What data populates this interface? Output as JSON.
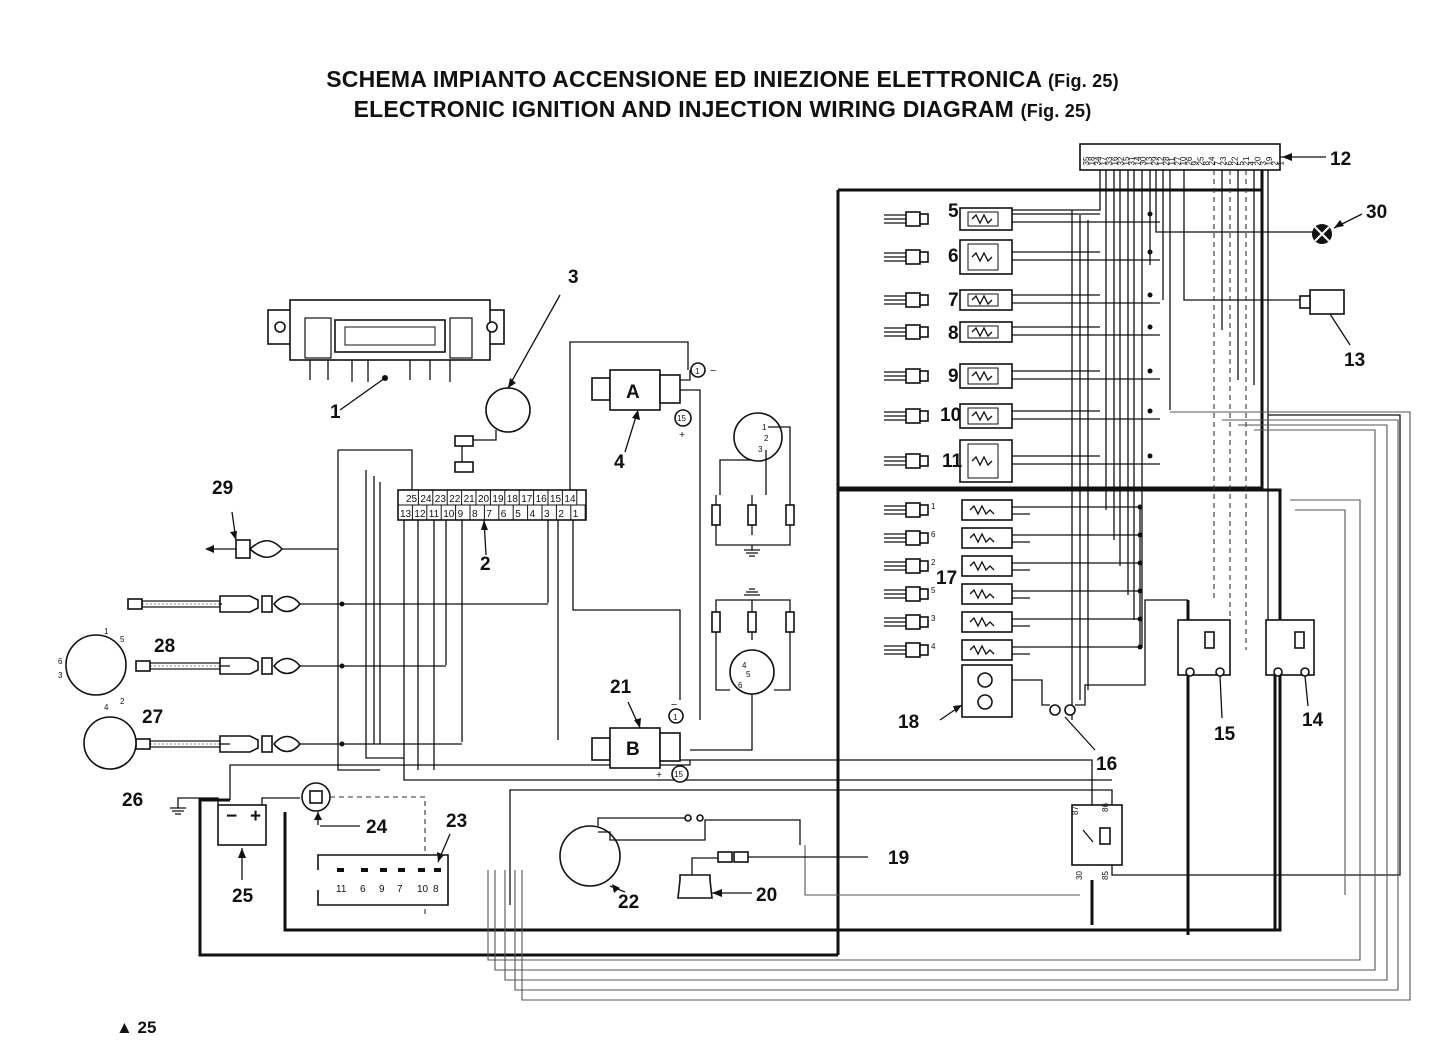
{
  "title": {
    "line1": "SCHEMA IMPIANTO ACCENSIONE ED INIEZIONE ELETTRONICA",
    "line1_fig": "(Fig. 25)",
    "line2": "ELECTRONIC IGNITION AND INJECTION WIRING DIAGRAM",
    "line2_fig": "(Fig. 25)"
  },
  "page_number": "▲ 25",
  "labels": {
    "c1": "1",
    "c2": "2",
    "c3": "3",
    "c4": "4",
    "c5": "5",
    "c6": "6",
    "c7": "7",
    "c8": "8",
    "c9": "9",
    "c10": "10",
    "c11": "11",
    "c12": "12",
    "c13": "13",
    "c14": "14",
    "c15": "15",
    "c16": "16",
    "c17": "17",
    "c18": "18",
    "c19": "19",
    "c20": "20",
    "c21": "21",
    "c22": "22",
    "c23": "23",
    "c24": "24",
    "c25": "25",
    "c26": "26",
    "c27": "27",
    "c28": "28",
    "c29": "29",
    "c30": "30"
  },
  "coil_a": {
    "letter": "A",
    "t1": "1",
    "t15": "15",
    "minus": "−",
    "plus": "+"
  },
  "coil_b": {
    "letter": "B",
    "t1": "1",
    "t15": "15",
    "minus": "−",
    "plus": "+"
  },
  "connector2": {
    "top": [
      "25",
      "24",
      "23",
      "22",
      "21",
      "20",
      "19",
      "18",
      "17",
      "16",
      "15",
      "14"
    ],
    "bottom": [
      "13",
      "12",
      "11",
      "10",
      "9",
      "8",
      "7",
      "6",
      "5",
      "4",
      "3",
      "2",
      "1"
    ]
  },
  "ecu_connector": [
    "35",
    "18",
    "34",
    "17",
    "33",
    "16",
    "32",
    "15",
    "31",
    "14",
    "30",
    "13",
    "29",
    "12",
    "28",
    "11",
    "27",
    "10",
    "26",
    "9",
    "25",
    "8",
    "24",
    "7",
    "23",
    "6",
    "22",
    "5",
    "21",
    "4",
    "20",
    "3",
    "19",
    "2",
    "1"
  ],
  "unit23_pins": [
    "11",
    "6",
    "9",
    "7",
    "10",
    "8"
  ],
  "relay": {
    "t87": "87",
    "t86": "86",
    "t30": "30",
    "t85": "85"
  },
  "injector_numbers": [
    "1",
    "6",
    "2",
    "5",
    "3",
    "4"
  ],
  "distributor_a": [
    "1",
    "2",
    "3"
  ],
  "distributor_b": [
    "4",
    "5",
    "6"
  ],
  "sensor27_pins": [
    "1",
    "5",
    "6",
    "3",
    "4",
    "2"
  ],
  "battery": {
    "minus": "−",
    "plus": "+"
  }
}
